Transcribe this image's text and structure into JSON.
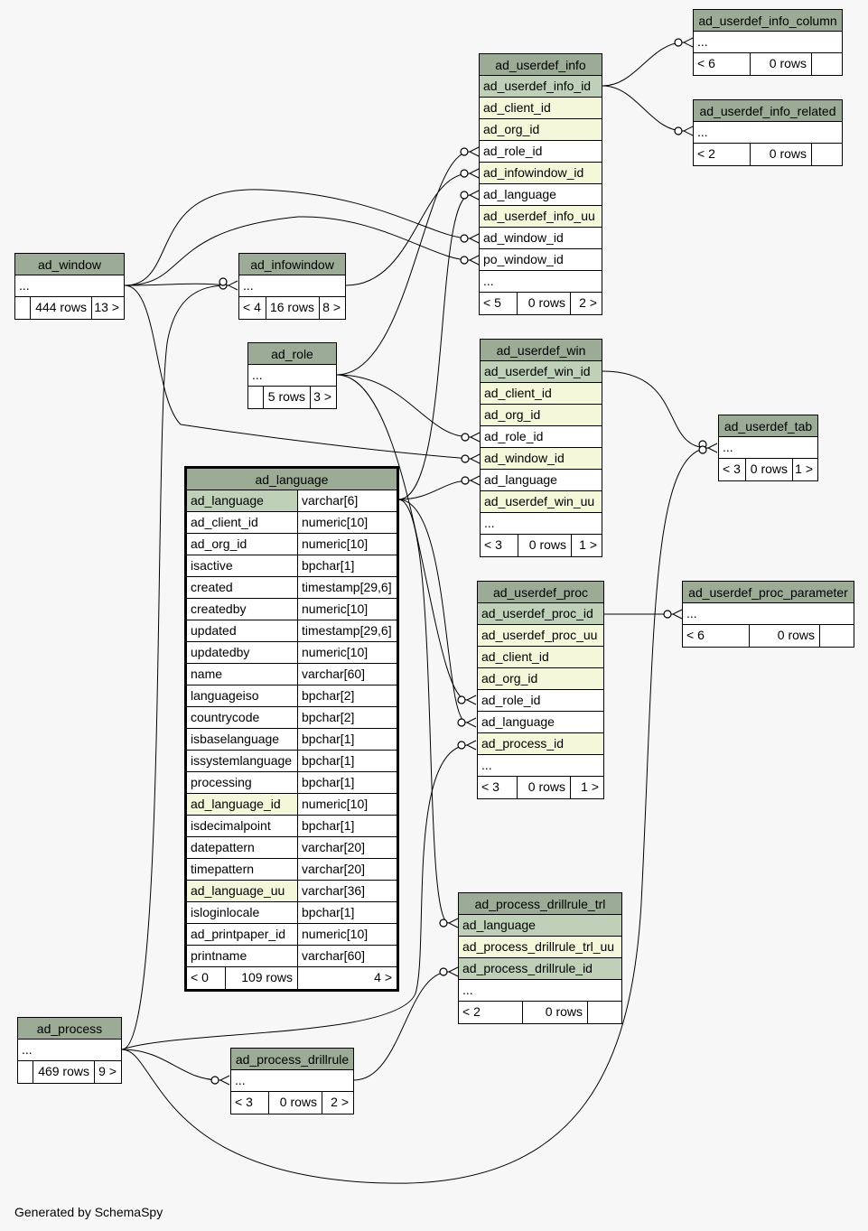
{
  "footer": "Generated by SchemaSpy",
  "tables": {
    "ad_userdef_info_column": {
      "name": "ad_userdef_info_column",
      "rows": [
        "..."
      ],
      "stats": {
        "parents": "< 6",
        "rows": "0 rows",
        "children": ""
      }
    },
    "ad_userdef_info_related": {
      "name": "ad_userdef_info_related",
      "rows": [
        "..."
      ],
      "stats": {
        "parents": "< 2",
        "rows": "0 rows",
        "children": ""
      }
    },
    "ad_userdef_info": {
      "name": "ad_userdef_info",
      "rows": [
        "ad_userdef_info_id",
        "ad_client_id",
        "ad_org_id",
        "ad_role_id",
        "ad_infowindow_id",
        "ad_language",
        "ad_userdef_info_uu",
        "ad_window_id",
        "po_window_id",
        "..."
      ],
      "stats": {
        "parents": "< 5",
        "rows": "0 rows",
        "children": "2 >"
      }
    },
    "ad_window": {
      "name": "ad_window",
      "rows": [
        "..."
      ],
      "stats": {
        "parents": "",
        "rows": "444 rows",
        "children": "13 >"
      }
    },
    "ad_infowindow": {
      "name": "ad_infowindow",
      "rows": [
        "..."
      ],
      "stats": {
        "parents": "< 4",
        "rows": "16 rows",
        "children": "8 >"
      }
    },
    "ad_role": {
      "name": "ad_role",
      "rows": [
        "..."
      ],
      "stats": {
        "parents": "",
        "rows": "5 rows",
        "children": "3 >"
      }
    },
    "ad_userdef_win": {
      "name": "ad_userdef_win",
      "rows": [
        "ad_userdef_win_id",
        "ad_client_id",
        "ad_org_id",
        "ad_role_id",
        "ad_window_id",
        "ad_language",
        "ad_userdef_win_uu",
        "..."
      ],
      "stats": {
        "parents": "< 3",
        "rows": "0 rows",
        "children": "1 >"
      }
    },
    "ad_userdef_tab": {
      "name": "ad_userdef_tab",
      "rows": [
        "..."
      ],
      "stats": {
        "parents": "< 3",
        "rows": "0 rows",
        "children": "1 >"
      }
    },
    "ad_userdef_proc": {
      "name": "ad_userdef_proc",
      "rows": [
        "ad_userdef_proc_id",
        "ad_userdef_proc_uu",
        "ad_client_id",
        "ad_org_id",
        "ad_role_id",
        "ad_language",
        "ad_process_id",
        "..."
      ],
      "stats": {
        "parents": "< 3",
        "rows": "0 rows",
        "children": "1 >"
      }
    },
    "ad_userdef_proc_parameter": {
      "name": "ad_userdef_proc_parameter",
      "rows": [
        "..."
      ],
      "stats": {
        "parents": "< 6",
        "rows": "0 rows",
        "children": ""
      }
    },
    "ad_process_drillrule_trl": {
      "name": "ad_process_drillrule_trl",
      "rows": [
        "ad_language",
        "ad_process_drillrule_trl_uu",
        "ad_process_drillrule_id",
        "..."
      ],
      "stats": {
        "parents": "< 2",
        "rows": "0 rows",
        "children": ""
      }
    },
    "ad_process": {
      "name": "ad_process",
      "rows": [
        "..."
      ],
      "stats": {
        "parents": "",
        "rows": "469 rows",
        "children": "9 >"
      }
    },
    "ad_process_drillrule": {
      "name": "ad_process_drillrule",
      "rows": [
        "..."
      ],
      "stats": {
        "parents": "< 3",
        "rows": "0 rows",
        "children": "2 >"
      }
    },
    "ad_language": {
      "name": "ad_language",
      "columns": [
        {
          "name": "ad_language",
          "type": "varchar[6]"
        },
        {
          "name": "ad_client_id",
          "type": "numeric[10]"
        },
        {
          "name": "ad_org_id",
          "type": "numeric[10]"
        },
        {
          "name": "isactive",
          "type": "bpchar[1]"
        },
        {
          "name": "created",
          "type": "timestamp[29,6]"
        },
        {
          "name": "createdby",
          "type": "numeric[10]"
        },
        {
          "name": "updated",
          "type": "timestamp[29,6]"
        },
        {
          "name": "updatedby",
          "type": "numeric[10]"
        },
        {
          "name": "name",
          "type": "varchar[60]"
        },
        {
          "name": "languageiso",
          "type": "bpchar[2]"
        },
        {
          "name": "countrycode",
          "type": "bpchar[2]"
        },
        {
          "name": "isbaselanguage",
          "type": "bpchar[1]"
        },
        {
          "name": "issystemlanguage",
          "type": "bpchar[1]"
        },
        {
          "name": "processing",
          "type": "bpchar[1]"
        },
        {
          "name": "ad_language_id",
          "type": "numeric[10]"
        },
        {
          "name": "isdecimalpoint",
          "type": "bpchar[1]"
        },
        {
          "name": "datepattern",
          "type": "varchar[20]"
        },
        {
          "name": "timepattern",
          "type": "varchar[20]"
        },
        {
          "name": "ad_language_uu",
          "type": "varchar[36]"
        },
        {
          "name": "isloginlocale",
          "type": "bpchar[1]"
        },
        {
          "name": "ad_printpaper_id",
          "type": "numeric[10]"
        },
        {
          "name": "printname",
          "type": "varchar[60]"
        }
      ],
      "stats": {
        "parents": "< 0",
        "rows": "109 rows",
        "children": "4 >"
      }
    }
  }
}
